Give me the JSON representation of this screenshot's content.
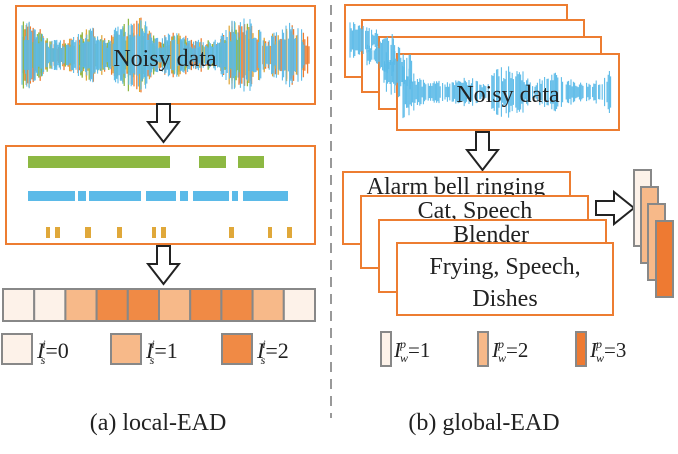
{
  "local": {
    "noisy_label": "Noisy data",
    "caption": "(a) local-EAD",
    "segments_levels": [
      0,
      0,
      1,
      2,
      2,
      1,
      2,
      2,
      1,
      0
    ],
    "legend": [
      {
        "sym": "I",
        "sub": "s",
        "sup": "i",
        "value": "=0",
        "level": 0
      },
      {
        "sym": "I",
        "sub": "s",
        "sup": "i",
        "value": "=1",
        "level": 1
      },
      {
        "sym": "I",
        "sub": "s",
        "sup": "i",
        "value": "=2",
        "level": 2
      }
    ]
  },
  "global": {
    "noisy_label": "Noisy data",
    "caption": "(b) global-EAD",
    "cards": [
      {
        "lines": [
          "Alarm bell ringing"
        ]
      },
      {
        "lines": [
          "Cat, Speech"
        ]
      },
      {
        "lines": [
          "Blender"
        ]
      },
      {
        "lines": [
          "Frying, Speech,",
          "Dishes"
        ]
      }
    ],
    "legend": [
      {
        "sym": "I",
        "sub": "w",
        "sup": "p",
        "value": "=1",
        "level": 1
      },
      {
        "sym": "I",
        "sub": "w",
        "sup": "p",
        "value": "=2",
        "level": 2
      },
      {
        "sym": "I",
        "sub": "w",
        "sup": "p",
        "value": "=3",
        "level": 3
      }
    ]
  },
  "colors": {
    "orange": "#ED7D31",
    "blue": "#5BBAE8",
    "green": "#8DB843",
    "gold": "#E0A83A",
    "level0": "#FDF2E9",
    "level1": "#F7B989",
    "level2": "#F08A45",
    "level3": "#EE7A32"
  }
}
